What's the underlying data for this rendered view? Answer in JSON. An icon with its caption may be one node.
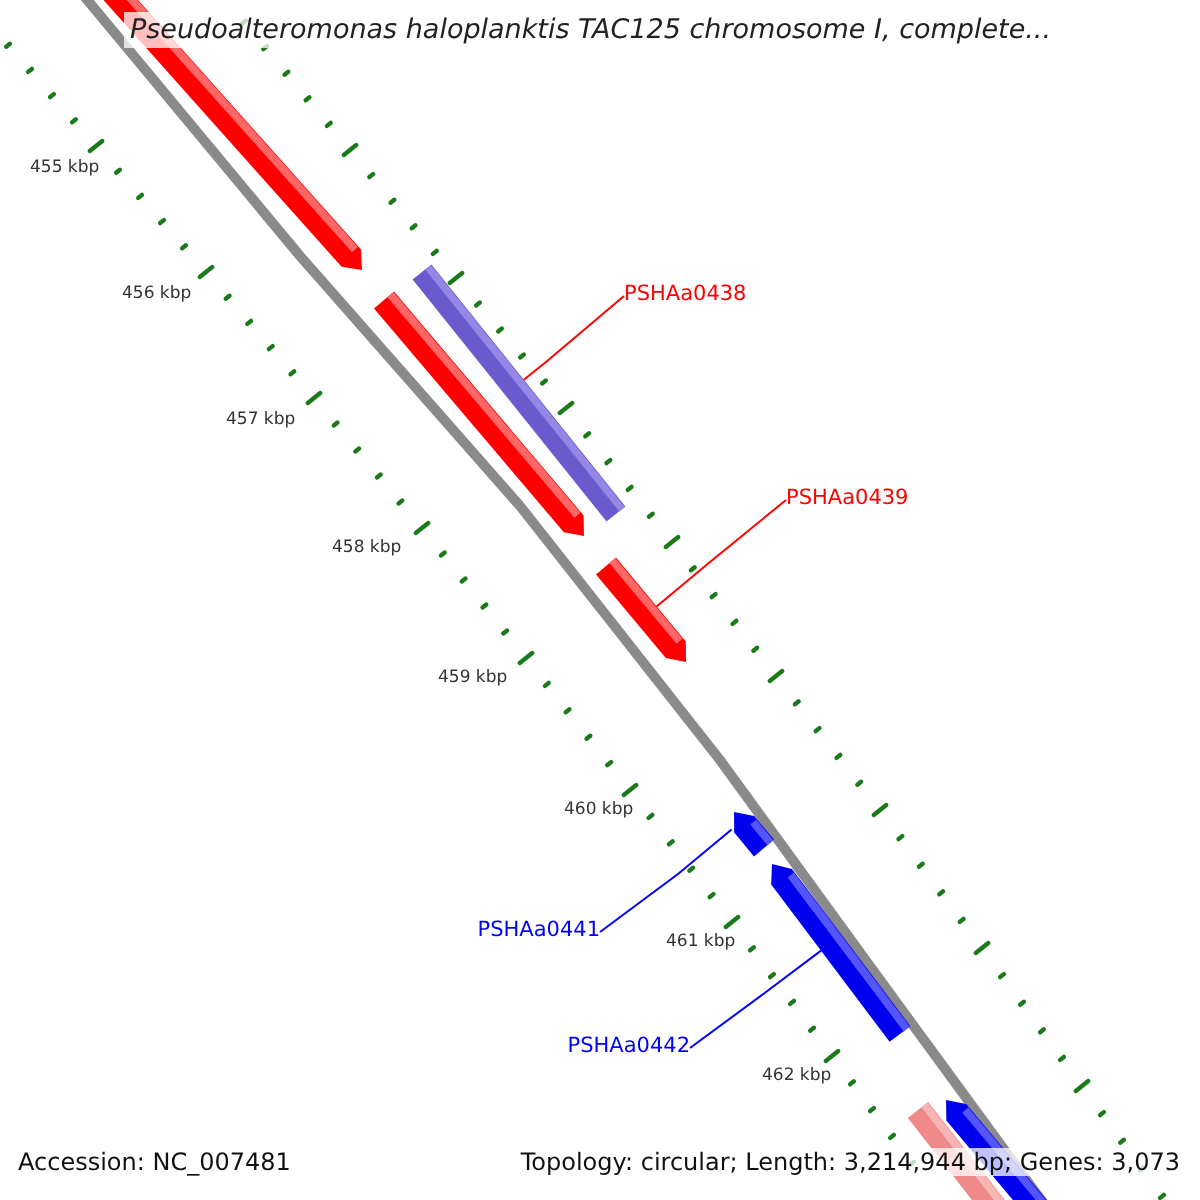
{
  "diagram": {
    "title": "Pseudoalteromonas haloplanktis TAC125 chromosome I, complete...",
    "nodes": [
      {
        "text": [
          "PSHAa0438"
        ]
      },
      {
        "text": [],
        "shape": "bar"
      },
      {
        "text": [
          "PSHAa0439"
        ]
      },
      {
        "text": [],
        "shape": "arrow"
      },
      {
        "text": [
          "PSHAa0441"
        ]
      },
      {
        "text": [],
        "shape": "arrow"
      },
      {
        "text": [
          "PSHAa0442"
        ]
      },
      {
        "text": [],
        "shape": "arrow"
      }
    ],
    "edges": [
      {
        "from": 0,
        "to": 1,
        "arrow": "none",
        "color": "#ff0000"
      },
      {
        "from": 2,
        "to": 3,
        "arrow": "none",
        "color": "#ff0000"
      },
      {
        "from": 4,
        "to": 5,
        "arrow": "none",
        "color": "#0000ff"
      },
      {
        "from": 6,
        "to": 7,
        "arrow": "none",
        "color": "#0000ff"
      }
    ],
    "labels": [
      "455 kbp",
      "456 kbp",
      "457 kbp",
      "458 kbp",
      "459 kbp",
      "460 kbp",
      "461 kbp",
      "462 kbp",
      "Accession: NC_007481",
      "Topology: circular; Length: 3,214,944 bp; Genes: 3,073"
    ]
  }
}
